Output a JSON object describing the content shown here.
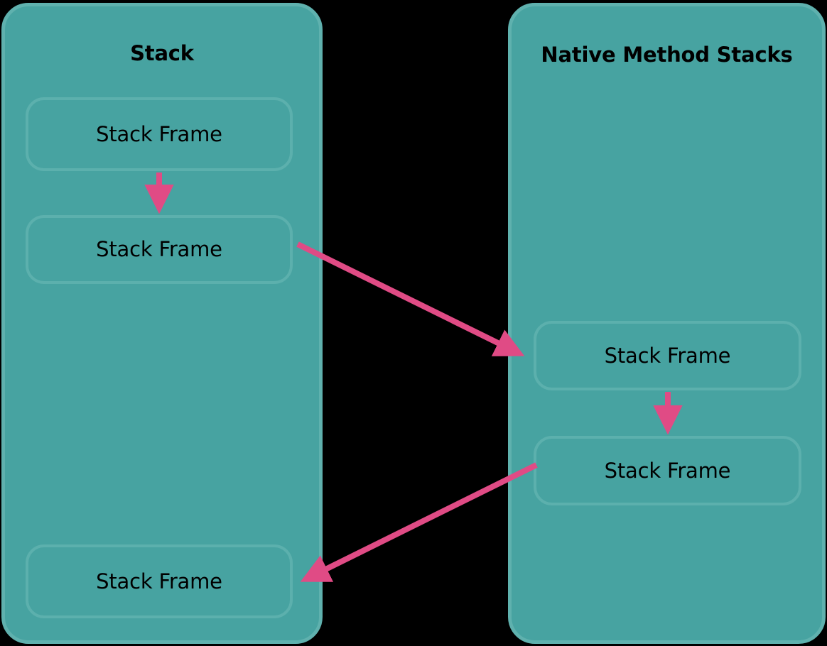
{
  "diagram": {
    "title_semantic": "JVM Stack and Native Method Stacks relationship",
    "background_color": "#000000",
    "panel_fill": "#47a3a1",
    "panel_border": "#5fb1ae",
    "frame_fill": "#47a3a1",
    "frame_border": "#5cb0ad",
    "arrow_color": "#e04b85",
    "text_color": "#000000"
  },
  "panels": [
    {
      "id": "stack",
      "title": "Stack",
      "frames": [
        {
          "label": "Stack Frame"
        },
        {
          "label": "Stack Frame"
        },
        {
          "label": "Stack Frame"
        }
      ]
    },
    {
      "id": "native",
      "title": "Native Method Stacks",
      "frames": [
        {
          "label": "Stack Frame"
        },
        {
          "label": "Stack Frame"
        }
      ]
    }
  ],
  "arrows": [
    {
      "name": "stack-frame-0-to-1",
      "kind": "vertical-down",
      "from": "stack.frames.0",
      "to": "stack.frames.1"
    },
    {
      "name": "stack-frame-1-to-native-frame-0",
      "kind": "diagonal-down-right",
      "from": "stack.frames.1",
      "to": "native.frames.0"
    },
    {
      "name": "native-frame-0-to-1",
      "kind": "vertical-down",
      "from": "native.frames.0",
      "to": "native.frames.1"
    },
    {
      "name": "native-frame-1-to-stack-frame-2",
      "kind": "diagonal-down-left",
      "from": "native.frames.1",
      "to": "stack.frames.2"
    }
  ]
}
